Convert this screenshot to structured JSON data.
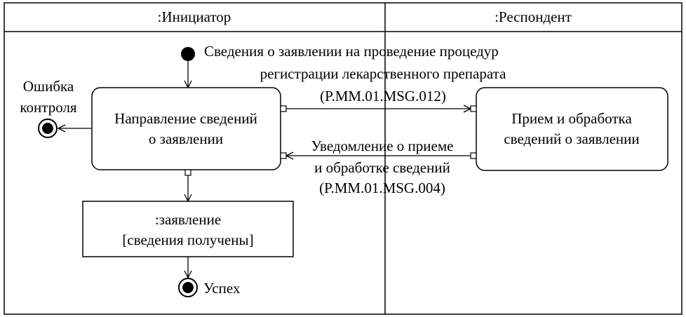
{
  "swimlanes": {
    "left_title": ":Инициатор",
    "right_title": ":Респондент"
  },
  "initial_message": {
    "line1": "Сведения о заявлении на проведение процедур",
    "line2": "регистрации лекарственного препарата",
    "line3": "(P.MM.01.MSG.012)"
  },
  "actions": {
    "send": {
      "line1": "Направление сведений",
      "line2": "о заявлении"
    },
    "receive": {
      "line1": "Прием и обработка",
      "line2": "сведений о заявлении"
    }
  },
  "notification_message": {
    "line1": "Уведомление о приеме",
    "line2": "и обработке сведений",
    "line3": "(P.MM.01.MSG.004)"
  },
  "error_final": {
    "line1": "Ошибка",
    "line2": "контроля"
  },
  "object_node": {
    "line1": ":заявление",
    "line2": "[сведения получены]"
  },
  "success_final": {
    "label": "Успех"
  },
  "colors": {
    "stroke": "#000000",
    "background": "#ffffff"
  }
}
